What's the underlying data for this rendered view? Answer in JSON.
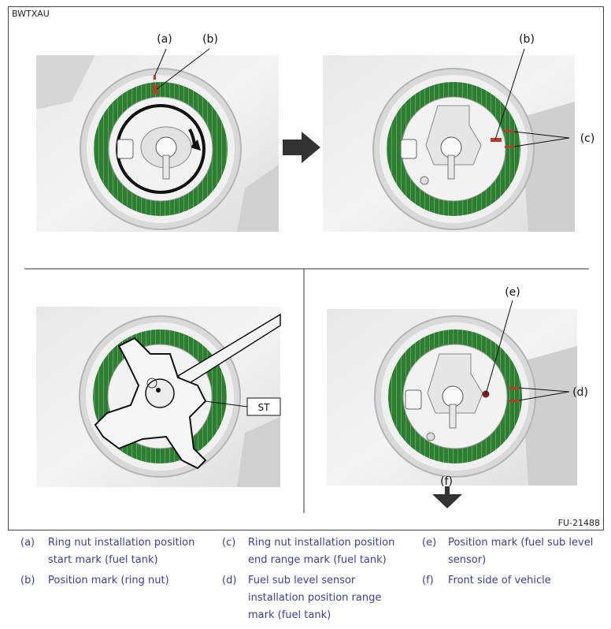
{
  "figure": {
    "code": "BWTXAU",
    "id": "FU-21488",
    "callouts": {
      "a": "(a)",
      "b": "(b)",
      "c": "(c)",
      "d": "(d)",
      "e": "(e)",
      "f": "(f)",
      "st": "ST"
    }
  },
  "legend": [
    {
      "key": "(a)",
      "text": "Ring nut installation position start mark (fuel tank)"
    },
    {
      "key": "(b)",
      "text": "Position mark (ring nut)"
    },
    {
      "key": "(c)",
      "text": "Ring nut installation position end range mark (fuel tank)"
    },
    {
      "key": "(d)",
      "text": "Fuel sub level sensor installation position range mark (fuel tank)"
    },
    {
      "key": "(e)",
      "text": "Position mark (fuel sub level sensor)"
    },
    {
      "key": "(f)",
      "text": "Front side of vehicle"
    }
  ],
  "colors": {
    "ring_green": "#2e7d32",
    "mark_red": "#c0392b",
    "legend_text": "#3b3f8f"
  }
}
